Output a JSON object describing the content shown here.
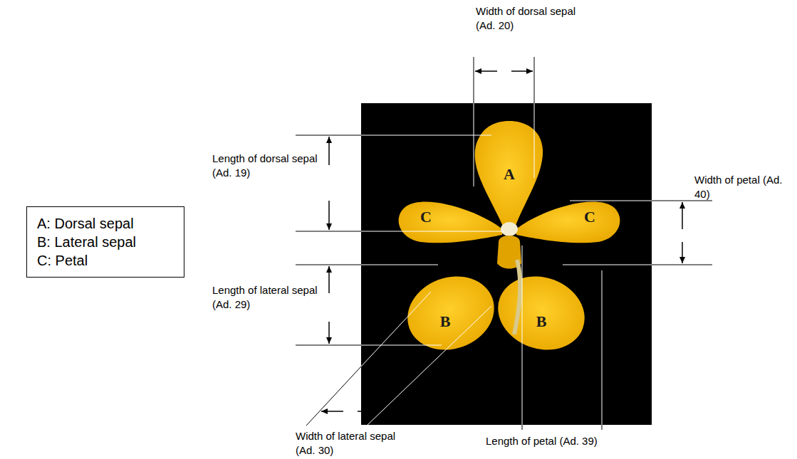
{
  "diagram": {
    "nodes": [
      {
        "text": [
          "A: Dorsal sepal",
          "B: Lateral sepal",
          "C: Petal"
        ]
      }
    ],
    "labels": [
      "Width of dorsal sepal (Ad. 20)",
      "A",
      "Length of dorsal sepal (Ad. 19)",
      "C",
      "C",
      "Width of petal (Ad. 40)",
      "Length of lateral sepal (Ad. 29)",
      "B",
      "B",
      "Width of lateral sepal (Ad. 30)",
      "Length of petal (Ad. 39)"
    ]
  }
}
